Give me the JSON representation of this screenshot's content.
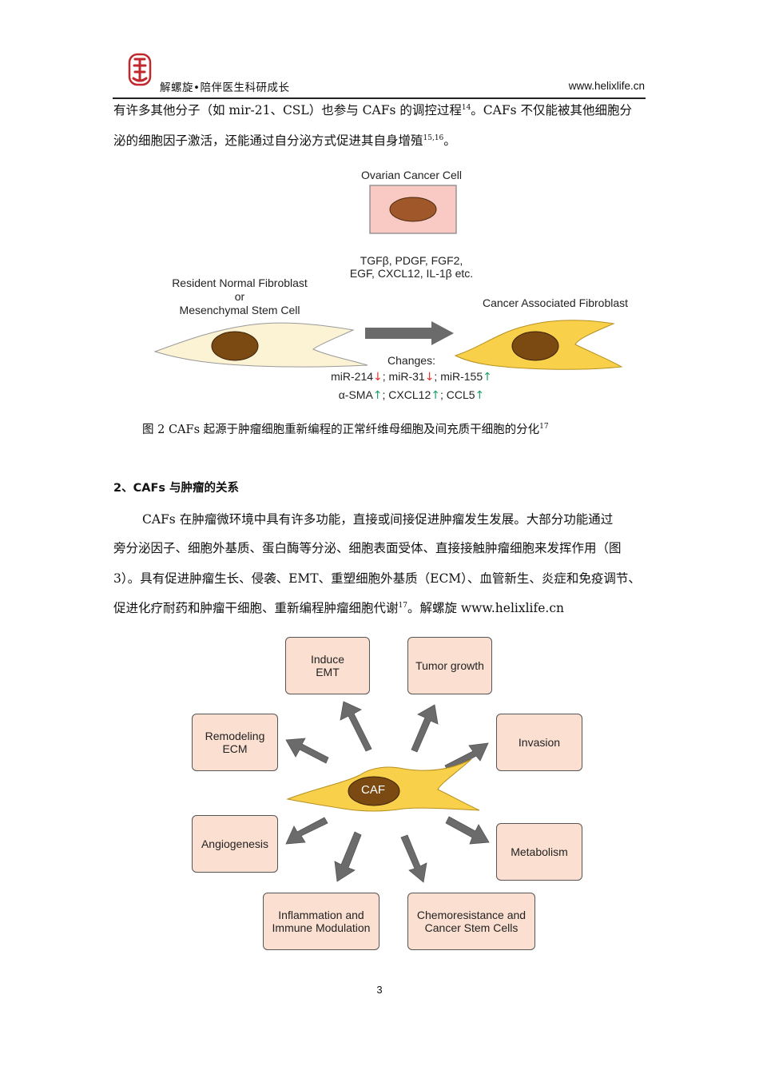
{
  "header": {
    "left": "解螺旋•陪伴医生科研成长",
    "right": "www.helixlife.cn"
  },
  "para1": {
    "line1": "有许多其他分子（如 mir-21、CSL）也参与 CAFs 的调控过程",
    "line1_sup": "14",
    "line1_tail": "。CAFs 不仅能被其他细胞分",
    "line2": "泌的细胞因子激活，还能通过自分泌方式促进其自身增殖",
    "line2_sup": "15,16",
    "line2_tail": "。"
  },
  "figure2": {
    "ovarian_label": "Ovarian Cancer Cell",
    "factors_line1": "TGFβ, PDGF, FGF2,",
    "factors_line2": "EGF, CXCL12, IL-1β etc.",
    "source_line1": "Resident Normal Fibroblast",
    "source_line2": "or",
    "source_line3": "Mesenchymal Stem Cell",
    "target_label": "Cancer Associated Fibroblast",
    "changes_title": "Changes:",
    "changes_line1": [
      {
        "text": "miR-214",
        "arrow": "↓",
        "color": "#e03030"
      },
      {
        "text": "; miR-31",
        "arrow": "↓",
        "color": "#e03030"
      },
      {
        "text": "; miR-155",
        "arrow": "↑",
        "color": "#1aa06a"
      }
    ],
    "changes_line2": [
      {
        "text": "α-SMA",
        "arrow": "↑",
        "color": "#1aa06a"
      },
      {
        "text": "; CXCL12",
        "arrow": "↑",
        "color": "#1aa06a"
      },
      {
        "text": "; CCL5",
        "arrow": "↑",
        "color": "#1aa06a"
      }
    ],
    "caption": "图 2   CAFs 起源于肿瘤细胞重新编程的正常纤维母细胞及间充质干细胞的分化",
    "caption_sup": "17"
  },
  "section2": {
    "heading": "2、CAFs 与肿瘤的关系",
    "line1": "CAFs 在肿瘤微环境中具有许多功能，直接或间接促进肿瘤发生发展。大部分功能通过",
    "line2": "旁分泌因子、细胞外基质、蛋白酶等分泌、细胞表面受体、直接接触肿瘤细胞来发挥作用（图",
    "line3": "3）。具有促进肿瘤生长、侵袭、EMT、重塑细胞外基质（ECM）、血管新生、炎症和免疫调节、",
    "line4": "促进化疗耐药和肿瘤干细胞、重新编程肿瘤细胞代谢",
    "line4_sup": "17",
    "line4_tail": "。解螺旋 www.helixlife.cn"
  },
  "figure3": {
    "center": "CAF",
    "boxes": {
      "emt": "Induce\nEMT",
      "growth": "Tumor growth",
      "ecm": "Remodeling\nECM",
      "invasion": "Invasion",
      "angio": "Angiogenesis",
      "metabolism": "Metabolism",
      "inflammation": "Inflammation and\nImmune Modulation",
      "chemo": "Chemoresistance and\nCancer Stem Cells"
    }
  },
  "footer": {
    "page_number": "3"
  },
  "colors": {
    "fibroblast_normal": "#fcf3d4",
    "fibroblast_caf": "#f8d04a",
    "nucleus": "#7a4a12",
    "arrow": "#6b6b6b",
    "box_fill": "#fbe0d2",
    "logo_red": "#c0282d"
  }
}
